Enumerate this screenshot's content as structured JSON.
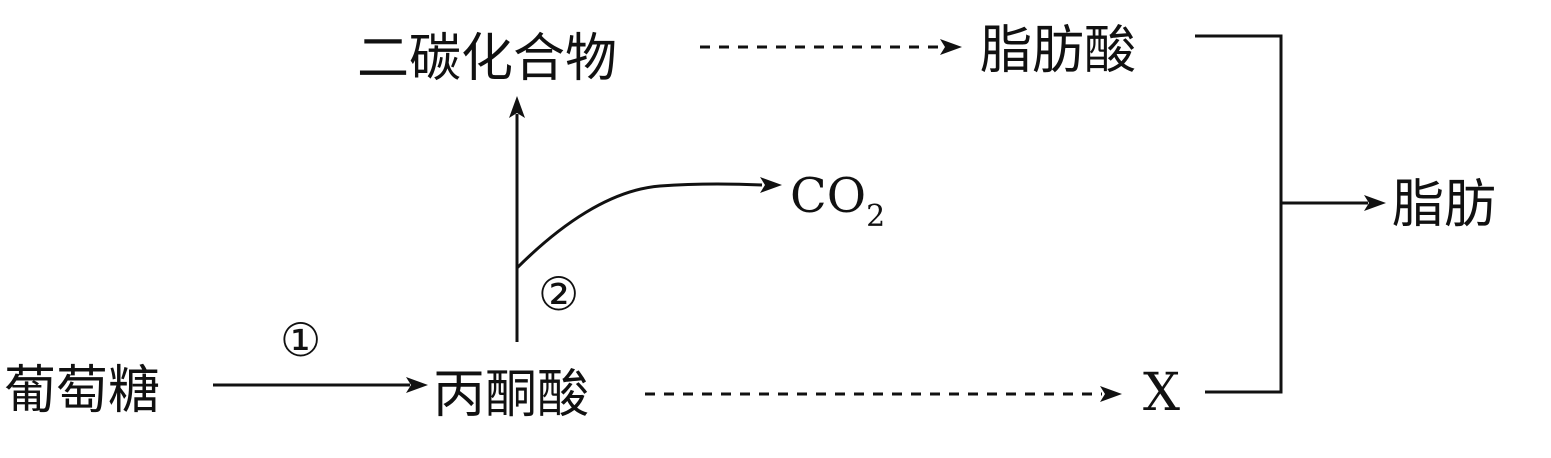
{
  "nodes": {
    "glucose": "葡萄糖",
    "pyruvate": "丙酮酸",
    "two_carbon": "二碳化合物",
    "fatty_acid": "脂肪酸",
    "x": "X",
    "fat": "脂肪",
    "co2_main": "CO",
    "co2_sub": "2"
  },
  "steps": {
    "step1": "①",
    "step2": "②"
  }
}
